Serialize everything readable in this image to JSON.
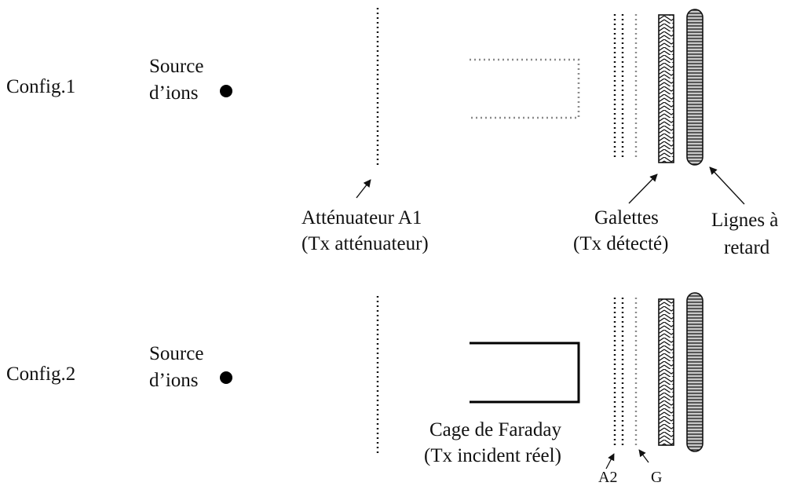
{
  "config1": {
    "label": "Config.1",
    "source_line1": "Source",
    "source_line2": "d’ions",
    "attenuator_line1": "Atténuateur A1",
    "attenuator_line2": "(Tx atténuateur)",
    "plates_line1": "Galettes",
    "plates_line2": "(Tx détecté)",
    "delay_line1": "Lignes à",
    "delay_line2": "retard"
  },
  "config2": {
    "label": "Config.2",
    "source_line1": "Source",
    "source_line2": "d’ions",
    "faraday_line1": "Cage de Faraday",
    "faraday_line2": "(Tx incident réel)",
    "grid_a2": "A2",
    "grid_g": "G"
  }
}
